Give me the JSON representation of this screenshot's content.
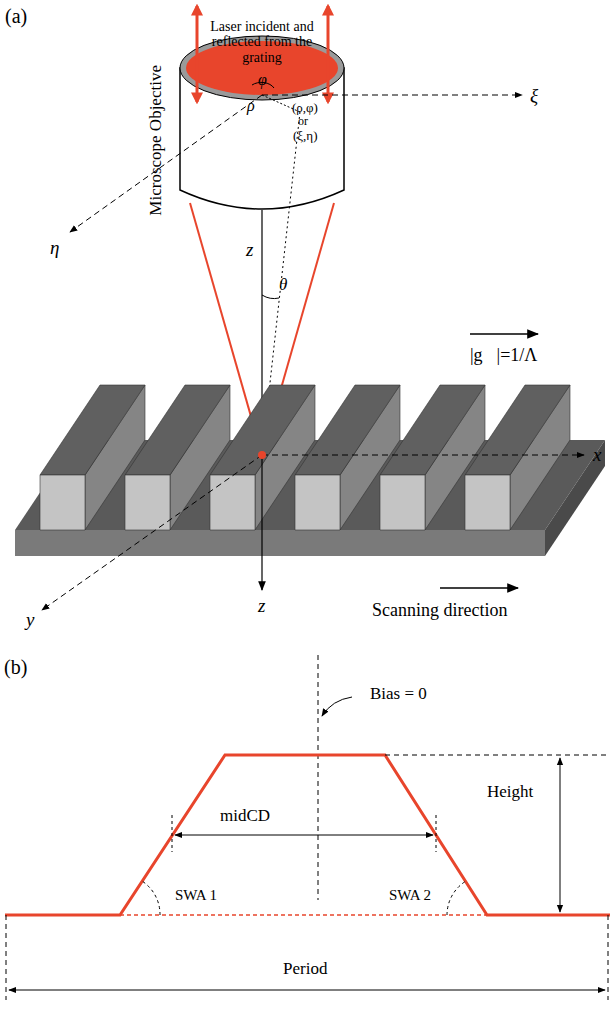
{
  "diagram": {
    "labels": [
      "(a)",
      "Laser incident and reflected from the grating",
      "Microscope Objective",
      "φ",
      "ρ",
      "(ρ,φ)",
      "or",
      "(ξ,η)",
      "ξ",
      "η",
      "z",
      "θ",
      "|g⃗|=1/Λ",
      "x",
      "y",
      "z",
      "Scanning direction",
      "(b)",
      "Bias = 0",
      "midCD",
      "Height",
      "SWA 1",
      "SWA 2",
      "Period"
    ]
  }
}
